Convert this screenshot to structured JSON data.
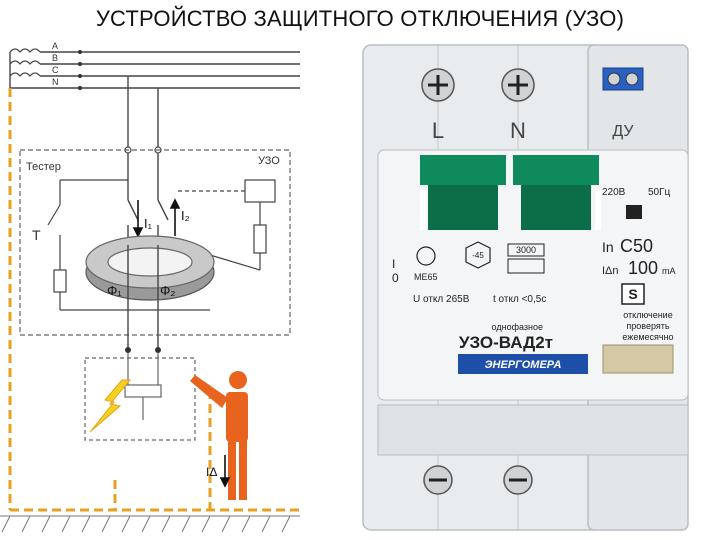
{
  "title": "УСТРОЙСТВО ЗАЩИТНОГО ОТКЛЮЧЕНИЯ (УЗО)",
  "diagram": {
    "phase_labels": [
      "A",
      "B",
      "C",
      "N"
    ],
    "tester_label": "Тестер",
    "tester_switch": "T",
    "rcd_label": "УЗО",
    "current1": "I₁",
    "current2": "I₂",
    "flux1": "Φ₁",
    "flux2": "Φ₂",
    "leak_current": "IΔ",
    "colors": {
      "ground": "#e8a020",
      "person": "#e8641e",
      "lines": "#444444"
    }
  },
  "device": {
    "terminal_l": "L",
    "terminal_n": "N",
    "terminal_du": "ДУ",
    "rating_v": "220В",
    "rating_hz": "50Гц",
    "in_rating": "C50",
    "in_prefix": "In",
    "idn_prefix": "IΔn",
    "idn_value": "100",
    "idn_unit": "mA",
    "s_mark": "S",
    "io_marks": "I\n0",
    "temp": "-45",
    "cert": "МЕ65",
    "cycles": "3000",
    "u_off": "U откл 265В",
    "t_off": "t откл <0,5с",
    "phase_type": "однофазное",
    "model": "УЗО-ВАД2т",
    "brand": "ЭНЕРГОМЕРА",
    "note_1": "отключение",
    "note_2": "проверять",
    "note_3": "ежемесячно",
    "colors": {
      "body": "#e9ecee",
      "lever": "#0f8a5c",
      "brand": "#1e4fa8"
    }
  }
}
